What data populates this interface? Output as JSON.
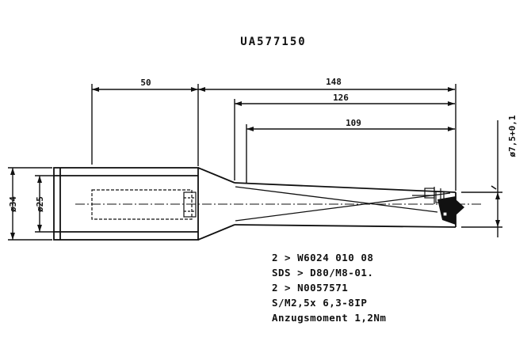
{
  "drawing": {
    "title": "UA577150",
    "dimensions": {
      "shank_length": "50",
      "overall_length": "148",
      "intermediate_length": "126",
      "flute_length": "109",
      "collar_diameter": "ø34",
      "shank_diameter": "ø25",
      "drill_diameter": "ø7,5+0,1"
    },
    "notes": {
      "line1": "2 > W6024 010 08",
      "line2": "SDS > D80/M8-01.",
      "line3": "2 > N0057571",
      "line4": "S/M2,5x 6,3-8IP",
      "line5": "Anzugsmoment 1,2Nm"
    }
  },
  "colors": {
    "line": "#111111",
    "background": "#ffffff"
  }
}
